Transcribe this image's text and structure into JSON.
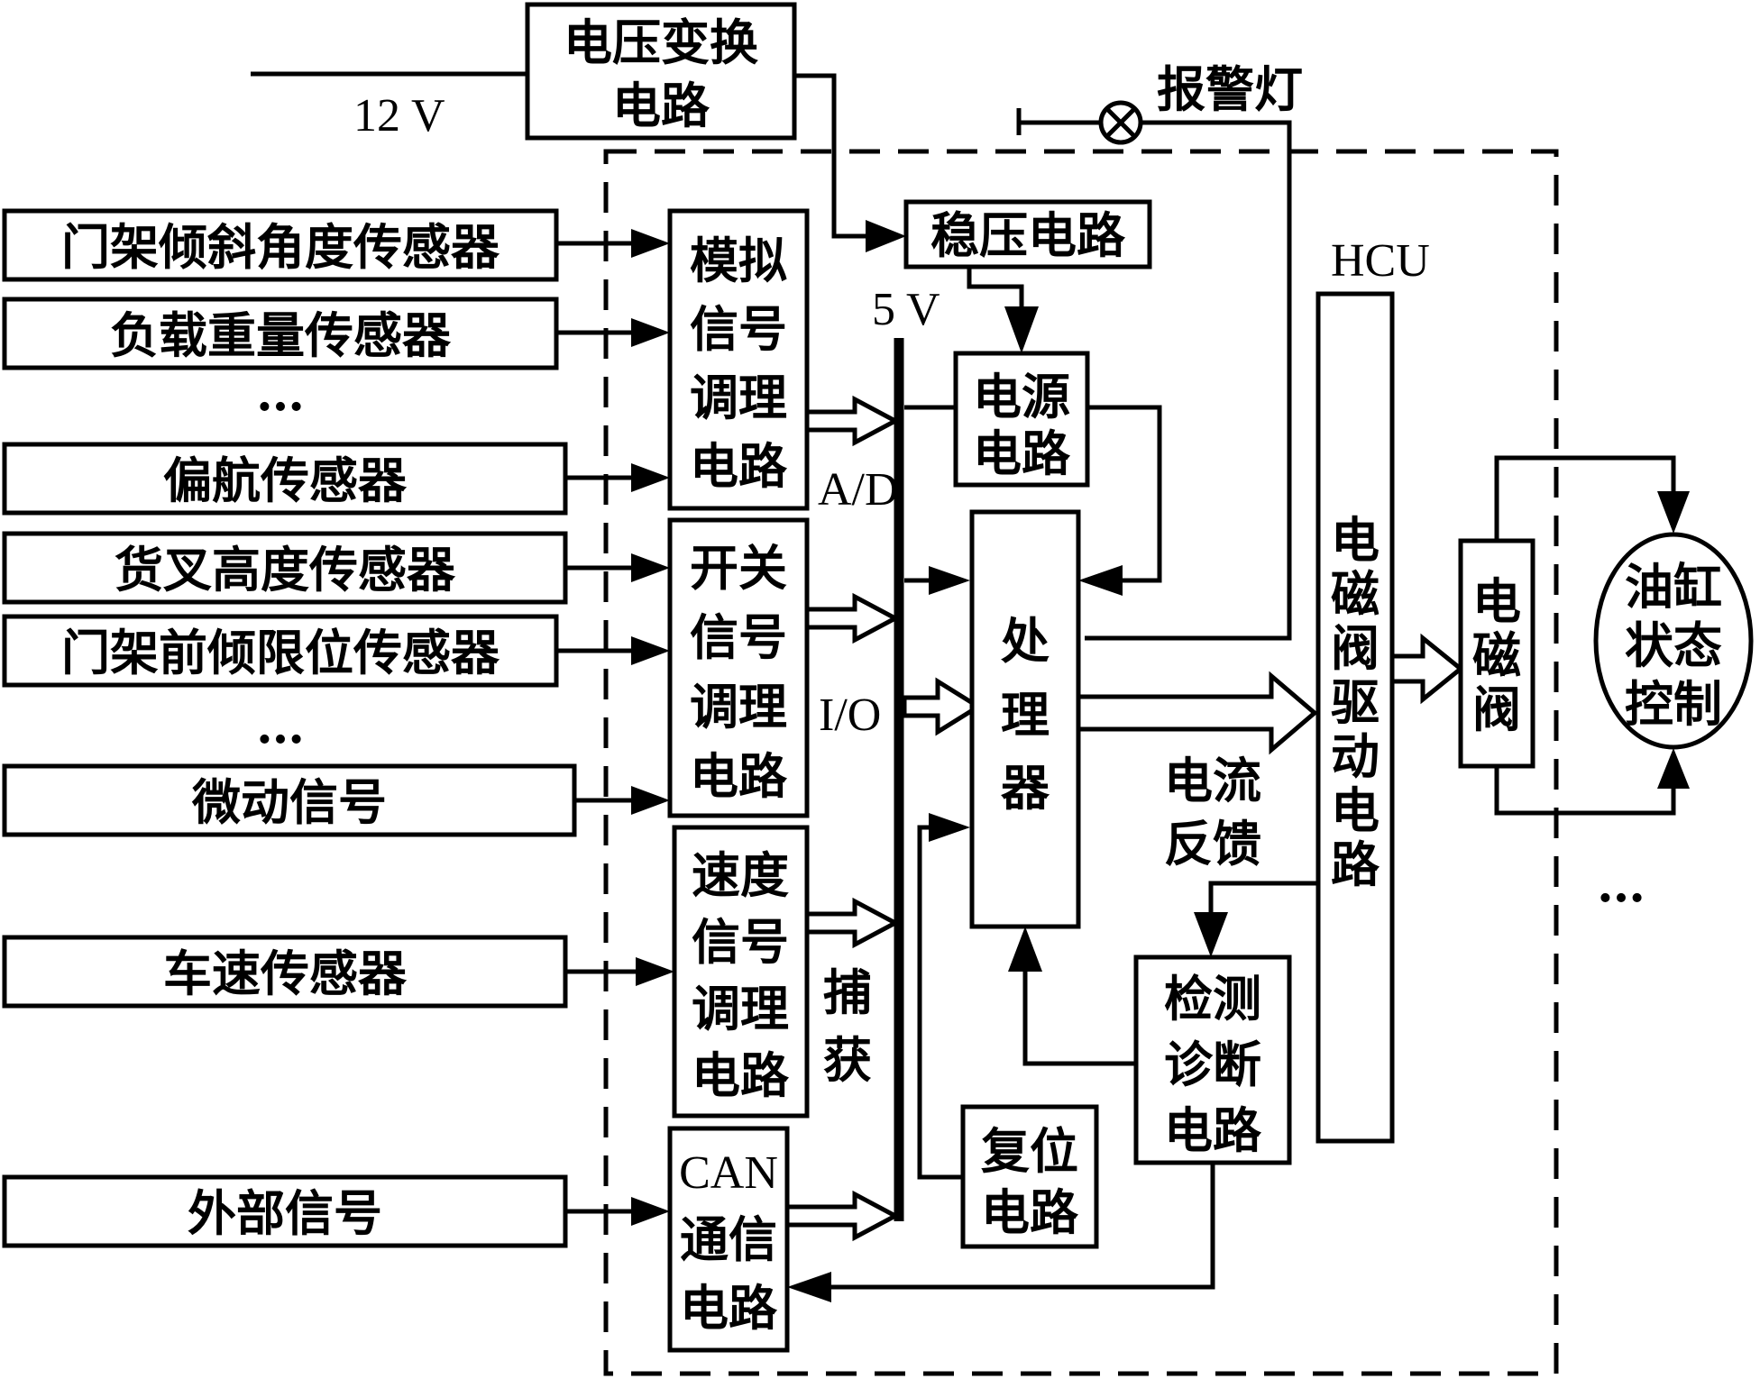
{
  "voltage_conversion": [
    "电压变换",
    "电路"
  ],
  "supply_voltage": "12 V",
  "alarm_lamp": "报警灯",
  "hcu_label": "HCU",
  "regulator": "稳压电路",
  "rail_5v": "5 V",
  "ad_label": "A/D",
  "io_label": "I/O",
  "capture_label": [
    "捕",
    "获"
  ],
  "sensors": [
    "门架倾斜角度传感器",
    "负载重量传感器",
    "偏航传感器",
    "货叉高度传感器",
    "门架前倾限位传感器",
    "微动信号",
    "车速传感器",
    "外部信号"
  ],
  "ellipsis": "…",
  "analog_conditioning": [
    "模拟",
    "信号",
    "调理",
    "电路"
  ],
  "switch_conditioning": [
    "开关",
    "信号",
    "调理",
    "电路"
  ],
  "speed_conditioning": [
    "速度",
    "信号",
    "调理",
    "电路"
  ],
  "can_circuit": [
    "CAN",
    "通信",
    "电路"
  ],
  "power_circuit": [
    "电源",
    "电路"
  ],
  "processor": [
    "处",
    "理",
    "器"
  ],
  "current_feedback": [
    "电流",
    "反馈"
  ],
  "detect_diag": [
    "检测",
    "诊断",
    "电路"
  ],
  "reset_circuit": [
    "复位",
    "电路"
  ],
  "valve_driver": [
    "电",
    "磁",
    "阀",
    "驱",
    "动",
    "电",
    "路"
  ],
  "solenoid_valve": [
    "电",
    "磁",
    "阀"
  ],
  "cylinder_control": [
    "油缸",
    "状态",
    "控制"
  ]
}
